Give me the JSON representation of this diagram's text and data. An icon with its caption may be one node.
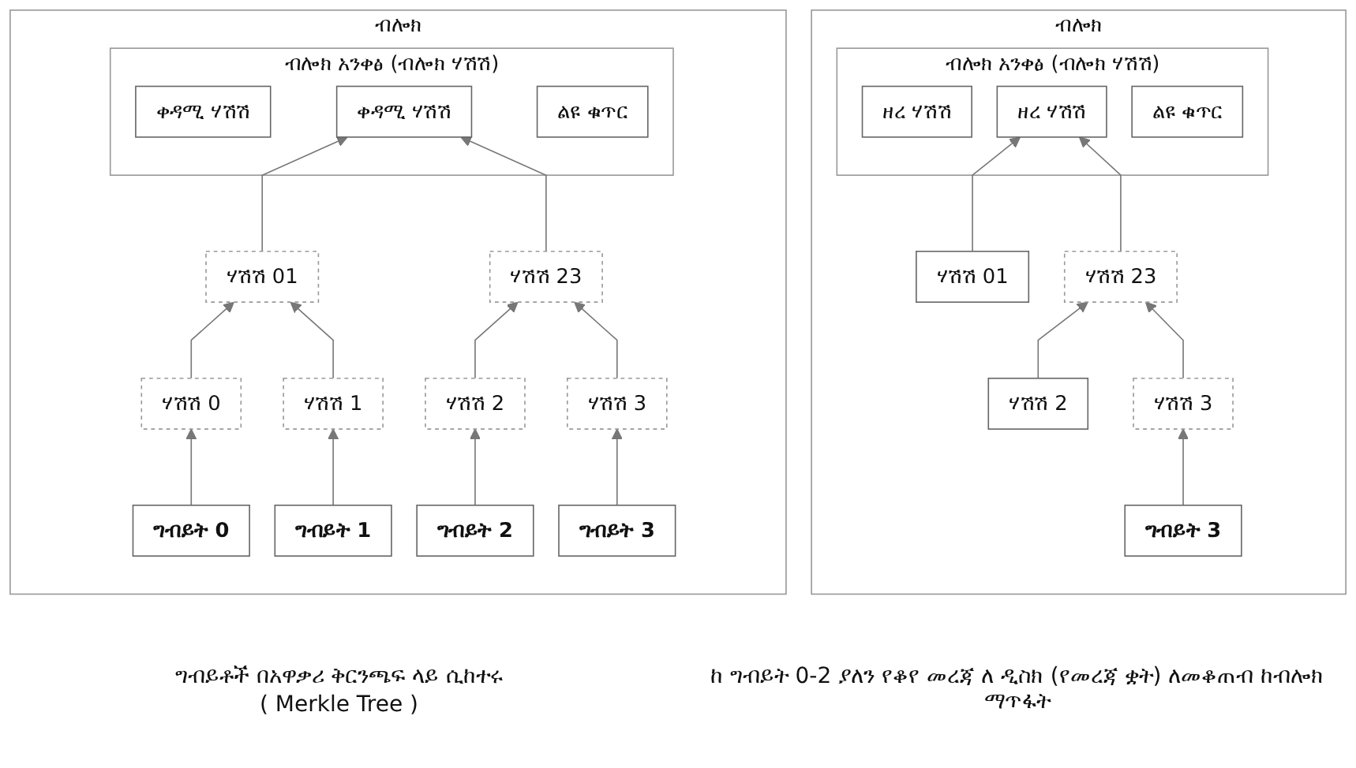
{
  "diagram": {
    "nodes": [
      {
        "text": [
          "ብሎክ"
        ]
      },
      {
        "text": [
          "ብሎክ አንቀፅ  (ብሎክ ሃሽሽ)"
        ],
        "in": 0
      },
      {
        "text": [
          "ቀዳሚ ሃሽሽ"
        ],
        "in": 1
      },
      {
        "text": [
          "ልዩ ቁጥር"
        ],
        "in": 1
      },
      {
        "text": [
          "ቀዳሚ ሃሽሽ"
        ],
        "in": 1
      },
      {
        "text": [
          "ሃሽሽ 01"
        ],
        "in": 0
      },
      {
        "text": [
          "ሃሽሽ 23"
        ],
        "in": 0
      },
      {
        "text": [
          "ሃሽሽ 0"
        ],
        "in": 0
      },
      {
        "text": [
          "ሃሽሽ 1"
        ],
        "in": 0
      },
      {
        "text": [
          "ሃሽሽ 2"
        ],
        "in": 0
      },
      {
        "text": [
          "ሃሽሽ 3"
        ],
        "in": 0
      },
      {
        "text": [
          "ግብይት 0"
        ],
        "in": 0
      },
      {
        "text": [
          "ግብይት 1"
        ],
        "in": 0
      },
      {
        "text": [
          "ግብይት 2"
        ],
        "in": 0
      },
      {
        "text": [
          "ግብይት 3"
        ],
        "in": 0
      },
      {
        "text": [
          "ብሎክ"
        ]
      },
      {
        "text": [
          "ብሎክ አንቀፅ  (ብሎክ ሃሽሽ)"
        ],
        "in": 15
      },
      {
        "text": [
          "ዘረ ሃሽሽ"
        ],
        "in": 16
      },
      {
        "text": [
          "ልዩ ቁጥር"
        ],
        "in": 16
      },
      {
        "text": [
          "ዘረ ሃሽሽ"
        ],
        "in": 16
      },
      {
        "text": [
          "ሃሽሽ 01"
        ],
        "in": 15
      },
      {
        "text": [
          "ሃሽሽ 23"
        ],
        "in": 15
      },
      {
        "text": [
          "ሃሽሽ 2"
        ],
        "in": 15
      },
      {
        "text": [
          "ሃሽሽ 3"
        ],
        "in": 15
      },
      {
        "text": [
          "ግብይት 3"
        ],
        "in": 15
      }
    ],
    "edges": [
      {
        "from": 5,
        "to": 4,
        "arrow": "to"
      },
      {
        "from": 6,
        "to": 4,
        "arrow": "to"
      },
      {
        "from": 7,
        "to": 5,
        "arrow": "to"
      },
      {
        "from": 8,
        "to": 5,
        "arrow": "to"
      },
      {
        "from": 9,
        "to": 6,
        "arrow": "to"
      },
      {
        "from": 10,
        "to": 6,
        "arrow": "to"
      },
      {
        "from": 11,
        "to": 7,
        "arrow": "to"
      },
      {
        "from": 12,
        "to": 8,
        "arrow": "to"
      },
      {
        "from": 13,
        "to": 9,
        "arrow": "to"
      },
      {
        "from": 14,
        "to": 10,
        "arrow": "to"
      },
      {
        "from": 20,
        "to": 19,
        "arrow": "to"
      },
      {
        "from": 21,
        "to": 19,
        "arrow": "to"
      },
      {
        "from": 22,
        "to": 21,
        "arrow": "to"
      },
      {
        "from": 23,
        "to": 21,
        "arrow": "to"
      },
      {
        "from": 24,
        "to": 23,
        "arrow": "to"
      }
    ],
    "labels": [
      "ግብይቶች በአዋቃሪ ቅርንጫፍ ላይ ሲከተሩ",
      "( Merkle Tree )",
      "ከ ግብይት 0-2 ያለን የቆየ መረጃ ለ ዲስክ (የመረጃ ቋት) ለመቆጠብ ከብሎክ ማጥፋት"
    ]
  }
}
